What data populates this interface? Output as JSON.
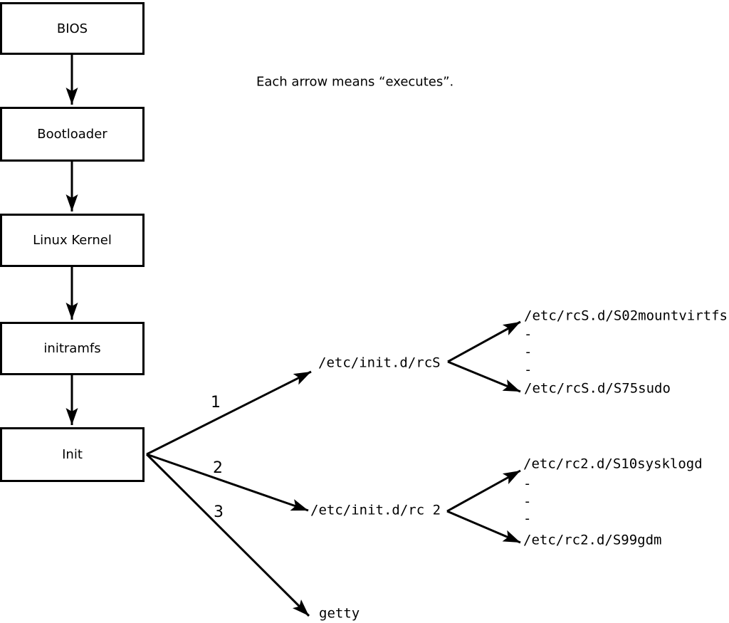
{
  "caption": "Each arrow means “executes”.",
  "chain": [
    {
      "label": "BIOS"
    },
    {
      "label": "Bootloader"
    },
    {
      "label": "Linux Kernel"
    },
    {
      "label": "initramfs"
    },
    {
      "label": "Init"
    }
  ],
  "init_targets": [
    {
      "order": "1",
      "label": "/etc/init.d/rcS",
      "children": [
        "/etc/rcS.d/S02mountvirtfs",
        "-",
        "-",
        "-",
        "/etc/rcS.d/S75sudo"
      ]
    },
    {
      "order": "2",
      "label": "/etc/init.d/rc 2",
      "children": [
        "/etc/rc2.d/S10sysklogd",
        "-",
        "-",
        "-",
        "/etc/rc2.d/S99gdm"
      ]
    },
    {
      "order": "3",
      "label": "getty",
      "children": []
    }
  ],
  "colors": {
    "line": "#000000",
    "background": "#ffffff",
    "text": "#000000"
  }
}
